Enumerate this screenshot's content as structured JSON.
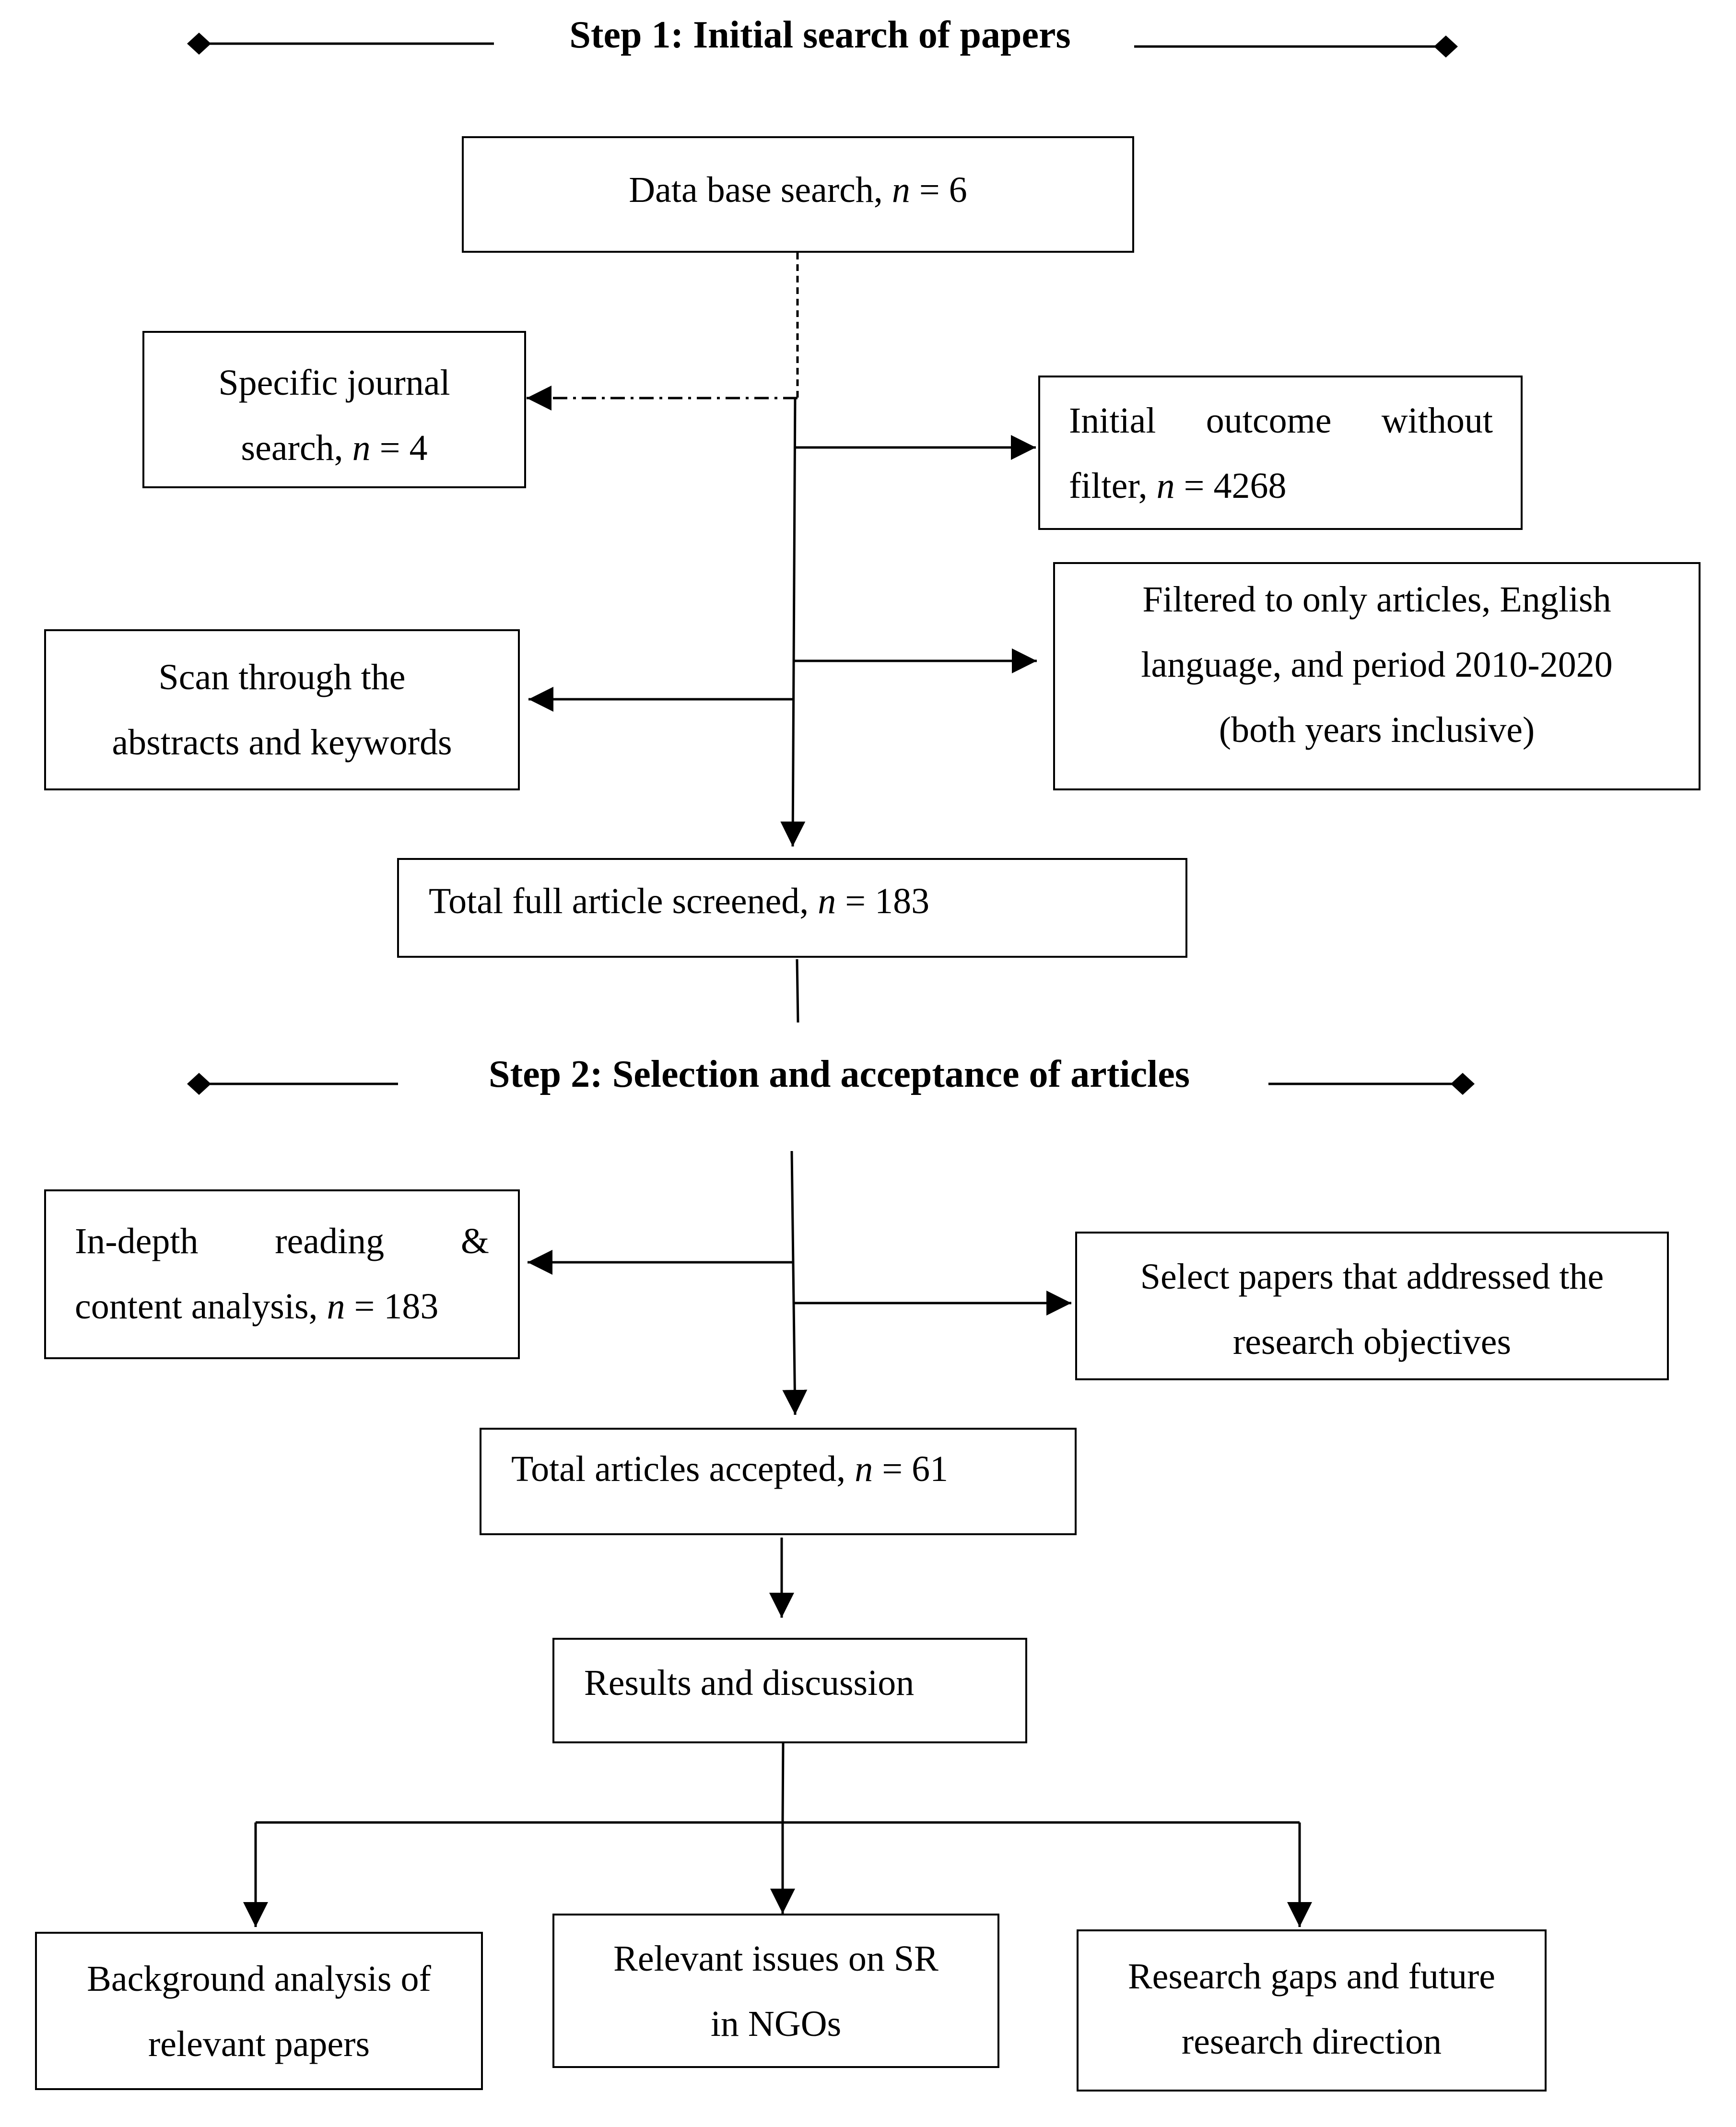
{
  "step1": {
    "heading": "Step 1: Initial search of papers"
  },
  "step2": {
    "heading": "Step 2: Selection and acceptance of articles"
  },
  "boxes": {
    "database_search": {
      "label": "Data base search, ",
      "n_label": "n",
      "value": " = 6"
    },
    "specific_journal": {
      "line1": "Specific journal",
      "line2_pre": "search, ",
      "n_label": "n",
      "line2_post": " = 4"
    },
    "initial_outcome": {
      "line1_a": "Initial",
      "line1_b": "outcome",
      "line1_c": "without",
      "line2_pre": "filter, ",
      "n_label": "n",
      "line2_post": " = 4268"
    },
    "filtered": {
      "line1": "Filtered to only articles, English",
      "line2": "language, and period 2010-2020",
      "line3": "(both years inclusive)"
    },
    "scan_abstracts": {
      "line1": "Scan through the",
      "line2": "abstracts and keywords"
    },
    "total_screened": {
      "label": "Total full article screened, ",
      "n_label": "n",
      "value": " = 183"
    },
    "in_depth": {
      "line1_a": "In-depth",
      "line1_b": "reading",
      "line1_c": "&",
      "line2_pre": "content analysis, ",
      "n_label": "n",
      "line2_post": " = 183"
    },
    "select_papers": {
      "line1": "Select papers that addressed the",
      "line2": "research objectives"
    },
    "total_accepted": {
      "label": "Total articles accepted, ",
      "n_label": "n",
      "value": " = 61"
    },
    "results": {
      "label": "Results and discussion"
    },
    "background": {
      "line1": "Background analysis of",
      "line2": "relevant papers"
    },
    "relevant_issues": {
      "line1": "Relevant issues on SR",
      "line2": "in NGOs"
    },
    "research_gaps": {
      "line1": "Research gaps and future",
      "line2": "research direction"
    }
  }
}
